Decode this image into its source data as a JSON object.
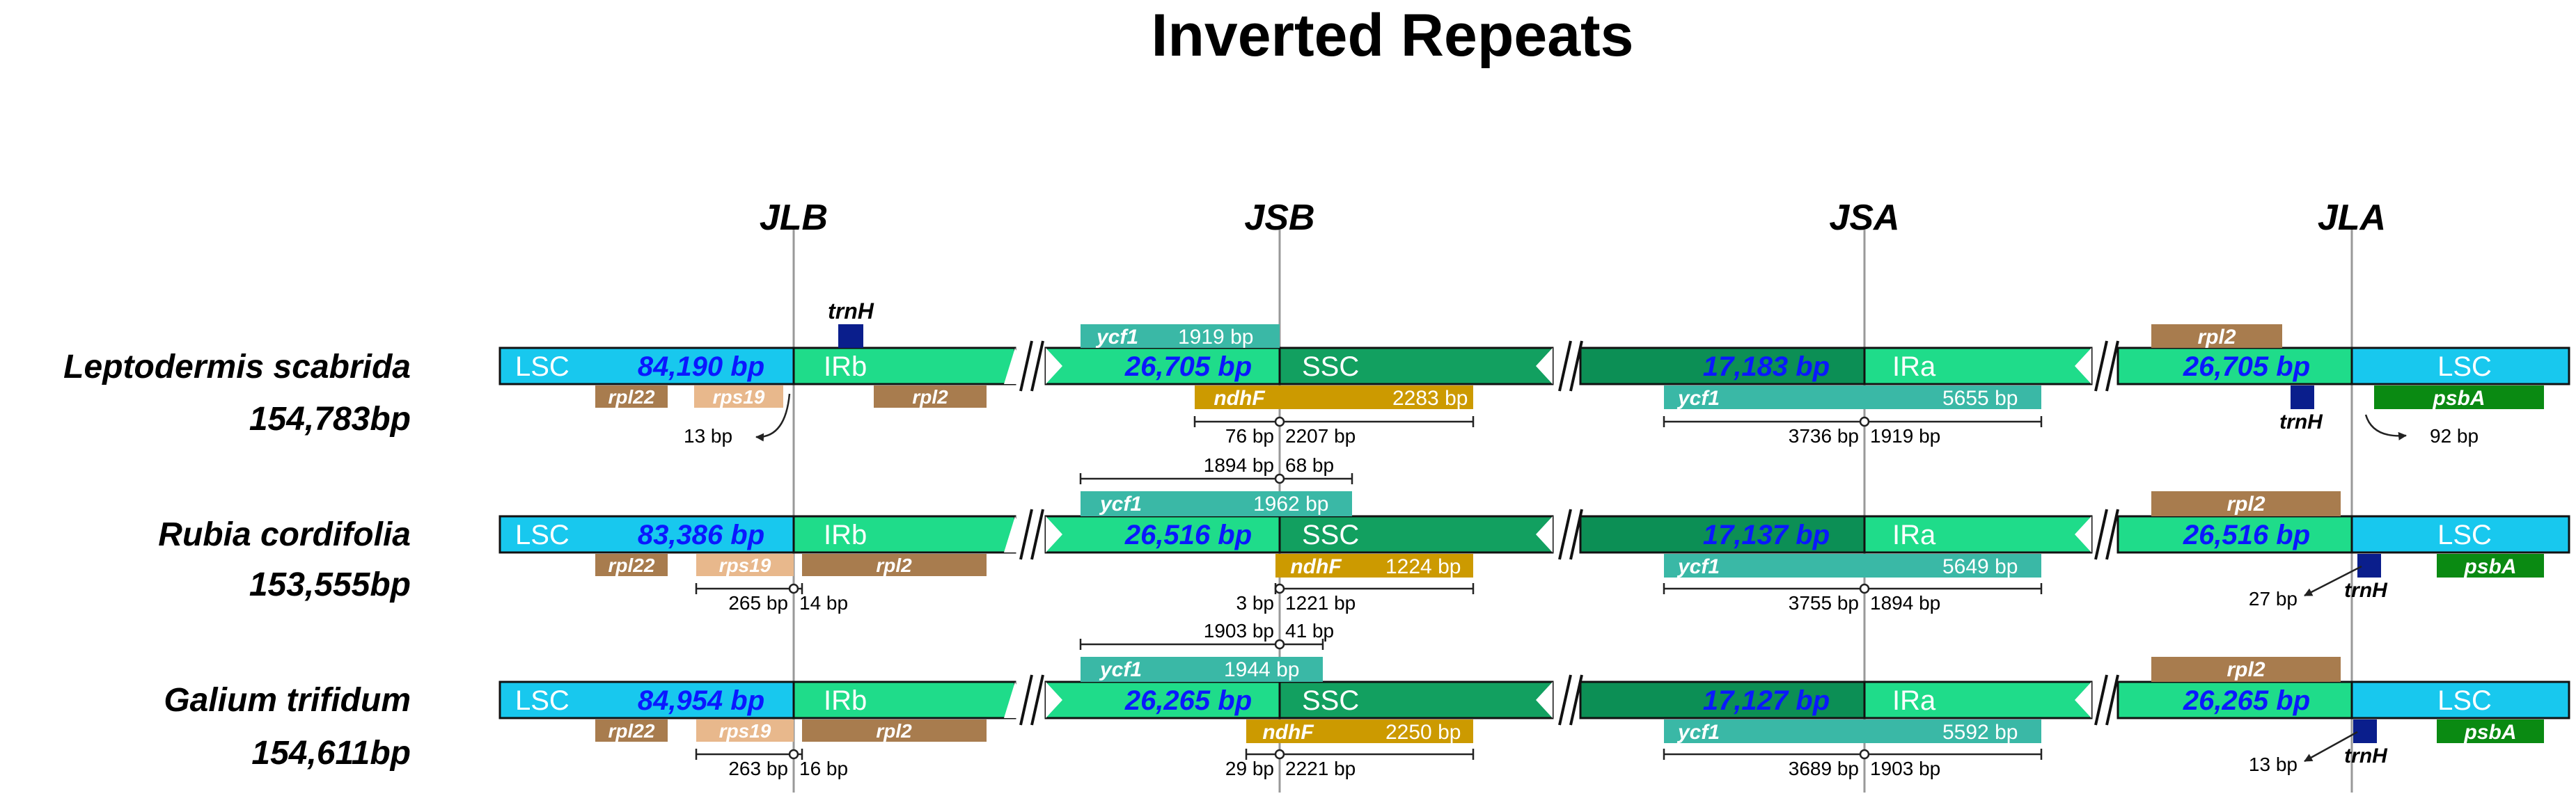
{
  "title": "Inverted Repeats",
  "junctions": [
    "JLB",
    "JSB",
    "JSA",
    "JLA"
  ],
  "colors": {
    "lsc": "#18c8ee",
    "ir": "#1fdc8a",
    "ssc": "#12a060",
    "ira": "#0c8f55",
    "gene_teal": "#3ab8a6",
    "gene_brown": "#a87c4e",
    "gene_tan": "#e8b88c",
    "gene_gold": "#cc9a00",
    "gene_green": "#0a8a12",
    "trnH": "#0a1e8c",
    "size_label": "#0a18ff"
  },
  "species": [
    {
      "name": "Leptodermis scabrida",
      "length": "154,783bp",
      "regions": {
        "lsc_left": "LSC",
        "irb": "IRb",
        "ssc": "SSC",
        "ira": "IRa",
        "lsc_right": "LSC"
      },
      "sizes": {
        "lsc": "84,190 bp",
        "irb": "26,705 bp",
        "ssc": "17,183 bp",
        "ira": "26,705 bp"
      },
      "genes": [
        {
          "name": "trnH",
          "pos": "above",
          "color": "trnH"
        },
        {
          "name": "ycf1",
          "extra": "1919 bp",
          "pos": "above",
          "color": "gene_teal"
        },
        {
          "name": "rpl2",
          "pos": "above",
          "color": "gene_brown"
        },
        {
          "name": "rpl22",
          "pos": "below",
          "color": "gene_brown"
        },
        {
          "name": "rps19",
          "pos": "below",
          "color": "gene_tan"
        },
        {
          "name": "rpl2",
          "pos": "below",
          "color": "gene_brown"
        },
        {
          "name": "ndhF",
          "extra": "2283 bp",
          "pos": "below",
          "color": "gene_gold"
        },
        {
          "name": "ycf1",
          "extra": "5655 bp",
          "pos": "below",
          "color": "gene_teal"
        },
        {
          "name": "trnH",
          "pos": "below",
          "color": "trnH"
        },
        {
          "name": "psbA",
          "pos": "below",
          "color": "gene_green"
        }
      ],
      "annotations": [
        "13 bp",
        "76 bp",
        "2207 bp",
        "3736 bp",
        "1919 bp",
        "92 bp"
      ]
    },
    {
      "name": "Rubia cordifolia",
      "length": "153,555bp",
      "regions": {
        "lsc_left": "LSC",
        "irb": "IRb",
        "ssc": "SSC",
        "ira": "IRa",
        "lsc_right": "LSC"
      },
      "sizes": {
        "lsc": "83,386 bp",
        "irb": "26,516 bp",
        "ssc": "17,137 bp",
        "ira": "26,516 bp"
      },
      "genes": [
        {
          "name": "ycf1",
          "extra": "1962 bp",
          "pos": "above",
          "color": "gene_teal"
        },
        {
          "name": "rpl2",
          "pos": "above",
          "color": "gene_brown"
        },
        {
          "name": "rpl22",
          "pos": "below",
          "color": "gene_brown"
        },
        {
          "name": "rps19",
          "pos": "below",
          "color": "gene_tan"
        },
        {
          "name": "rpl2",
          "pos": "below",
          "color": "gene_brown"
        },
        {
          "name": "ndhF",
          "extra": "1224 bp",
          "pos": "below",
          "color": "gene_gold"
        },
        {
          "name": "ycf1",
          "extra": "5649 bp",
          "pos": "below",
          "color": "gene_teal"
        },
        {
          "name": "trnH",
          "pos": "below",
          "color": "trnH"
        },
        {
          "name": "psbA",
          "pos": "below",
          "color": "gene_green"
        }
      ],
      "annotations": [
        "1894 bp",
        "68 bp",
        "265 bp",
        "14 bp",
        "3 bp",
        "1221 bp",
        "3755 bp",
        "1894 bp",
        "27 bp"
      ]
    },
    {
      "name": "Galium trifidum",
      "length": "154,611bp",
      "regions": {
        "lsc_left": "LSC",
        "irb": "IRb",
        "ssc": "SSC",
        "ira": "IRa",
        "lsc_right": "LSC"
      },
      "sizes": {
        "lsc": "84,954 bp",
        "irb": "26,265 bp",
        "ssc": "17,127 bp",
        "ira": "26,265 bp"
      },
      "genes": [
        {
          "name": "ycf1",
          "extra": "1944 bp",
          "pos": "above",
          "color": "gene_teal"
        },
        {
          "name": "rpl2",
          "pos": "above",
          "color": "gene_brown"
        },
        {
          "name": "rpl22",
          "pos": "below",
          "color": "gene_brown"
        },
        {
          "name": "rps19",
          "pos": "below",
          "color": "gene_tan"
        },
        {
          "name": "rpl2",
          "pos": "below",
          "color": "gene_brown"
        },
        {
          "name": "ndhF",
          "extra": "2250 bp",
          "pos": "below",
          "color": "gene_gold"
        },
        {
          "name": "ycf1",
          "extra": "5592 bp",
          "pos": "below",
          "color": "gene_teal"
        },
        {
          "name": "trnH",
          "pos": "below",
          "color": "trnH"
        },
        {
          "name": "psbA",
          "pos": "below",
          "color": "gene_green"
        }
      ],
      "annotations": [
        "1903 bp",
        "41 bp",
        "263 bp",
        "16 bp",
        "29 bp",
        "2221 bp",
        "3689 bp",
        "1903 bp",
        "13 bp"
      ]
    }
  ]
}
